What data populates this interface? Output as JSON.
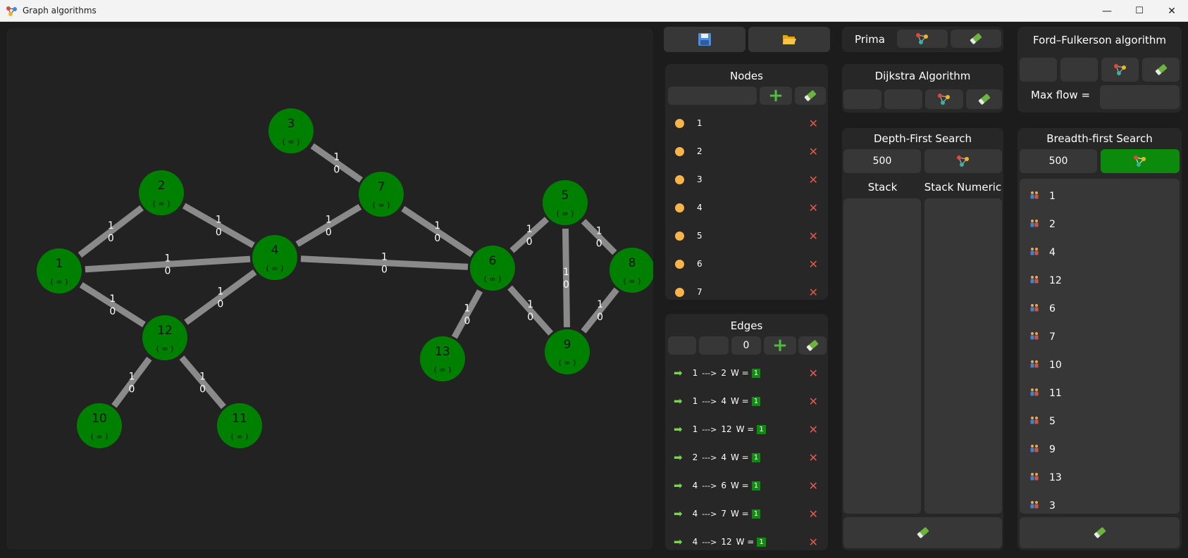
{
  "window": {
    "title": "Graph algorithms",
    "minimize": "—",
    "maximize": "☐",
    "close": "✕"
  },
  "graph": {
    "node_label_suffix": "( ∞ )",
    "nodes": [
      {
        "id": "1"
      },
      {
        "id": "2"
      },
      {
        "id": "3"
      },
      {
        "id": "4"
      },
      {
        "id": "5"
      },
      {
        "id": "6"
      },
      {
        "id": "7"
      },
      {
        "id": "8"
      },
      {
        "id": "9"
      },
      {
        "id": "10"
      },
      {
        "id": "11"
      },
      {
        "id": "12"
      },
      {
        "id": "13"
      }
    ],
    "edges": [
      {
        "from": "1",
        "to": "2",
        "w": "1",
        "f": "0"
      },
      {
        "from": "1",
        "to": "4",
        "w": "1",
        "f": "0"
      },
      {
        "from": "1",
        "to": "12",
        "w": "1",
        "f": "0"
      },
      {
        "from": "2",
        "to": "4",
        "w": "1",
        "f": "0"
      },
      {
        "from": "3",
        "to": "7",
        "w": "1",
        "f": "0"
      },
      {
        "from": "4",
        "to": "6",
        "w": "1",
        "f": "0"
      },
      {
        "from": "4",
        "to": "7",
        "w": "1",
        "f": "0"
      },
      {
        "from": "12",
        "to": "4",
        "w": "1",
        "f": "0"
      },
      {
        "from": "7",
        "to": "6",
        "w": "1",
        "f": "0"
      },
      {
        "from": "12",
        "to": "10",
        "w": "1",
        "f": "0"
      },
      {
        "from": "12",
        "to": "11",
        "w": "1",
        "f": "0"
      },
      {
        "from": "6",
        "to": "5",
        "w": "1",
        "f": "0"
      },
      {
        "from": "6",
        "to": "13",
        "w": "1",
        "f": "0"
      },
      {
        "from": "6",
        "to": "9",
        "w": "1",
        "f": "0"
      },
      {
        "from": "5",
        "to": "9",
        "w": "1",
        "f": "0"
      },
      {
        "from": "5",
        "to": "8",
        "w": "1",
        "f": "0"
      },
      {
        "from": "9",
        "to": "8",
        "w": "1",
        "f": "0"
      }
    ]
  },
  "colors": {
    "node": "#008000",
    "edge": "#8a8a8a",
    "accent_green": "#0b8a0b",
    "dot": "#f6b449",
    "delete": "#e05a4f"
  },
  "file_panel": {
    "save_icon": "floppy-disk-icon",
    "open_icon": "folder-icon"
  },
  "nodes_panel": {
    "title": "Nodes",
    "input_value": "",
    "add": "+",
    "items": [
      "1",
      "2",
      "3",
      "4",
      "5",
      "6",
      "7"
    ],
    "delete": "✕"
  },
  "edges_panel": {
    "title": "Edges",
    "from_value": "",
    "to_value": "",
    "weight_value": "0",
    "add": "+",
    "arrow_text": "--->",
    "weight_label": "W =",
    "items": [
      {
        "from": "1",
        "to": "2",
        "w": "1"
      },
      {
        "from": "1",
        "to": "4",
        "w": "1"
      },
      {
        "from": "1",
        "to": "12",
        "w": "1"
      },
      {
        "from": "2",
        "to": "4",
        "w": "1"
      },
      {
        "from": "4",
        "to": "6",
        "w": "1"
      },
      {
        "from": "4",
        "to": "7",
        "w": "1"
      },
      {
        "from": "4",
        "to": "12",
        "w": "1"
      }
    ]
  },
  "prima": {
    "label": "Prima"
  },
  "dijkstra": {
    "title": "Dijkstra Algorithm",
    "from_value": "",
    "to_value": ""
  },
  "dfs": {
    "title": "Depth-First Search",
    "delay": "500",
    "stack_label": "Stack",
    "stack_numeric_label": "Stack Numeric"
  },
  "ford_fulkerson": {
    "title": "Ford–Fulkerson algorithm",
    "source_value": "",
    "sink_value": "",
    "max_flow_label": "Max flow =",
    "max_flow_value": ""
  },
  "bfs": {
    "title": "Breadth-first Search",
    "delay": "500",
    "order": [
      "1",
      "2",
      "4",
      "12",
      "6",
      "7",
      "10",
      "11",
      "5",
      "9",
      "13",
      "3"
    ]
  }
}
